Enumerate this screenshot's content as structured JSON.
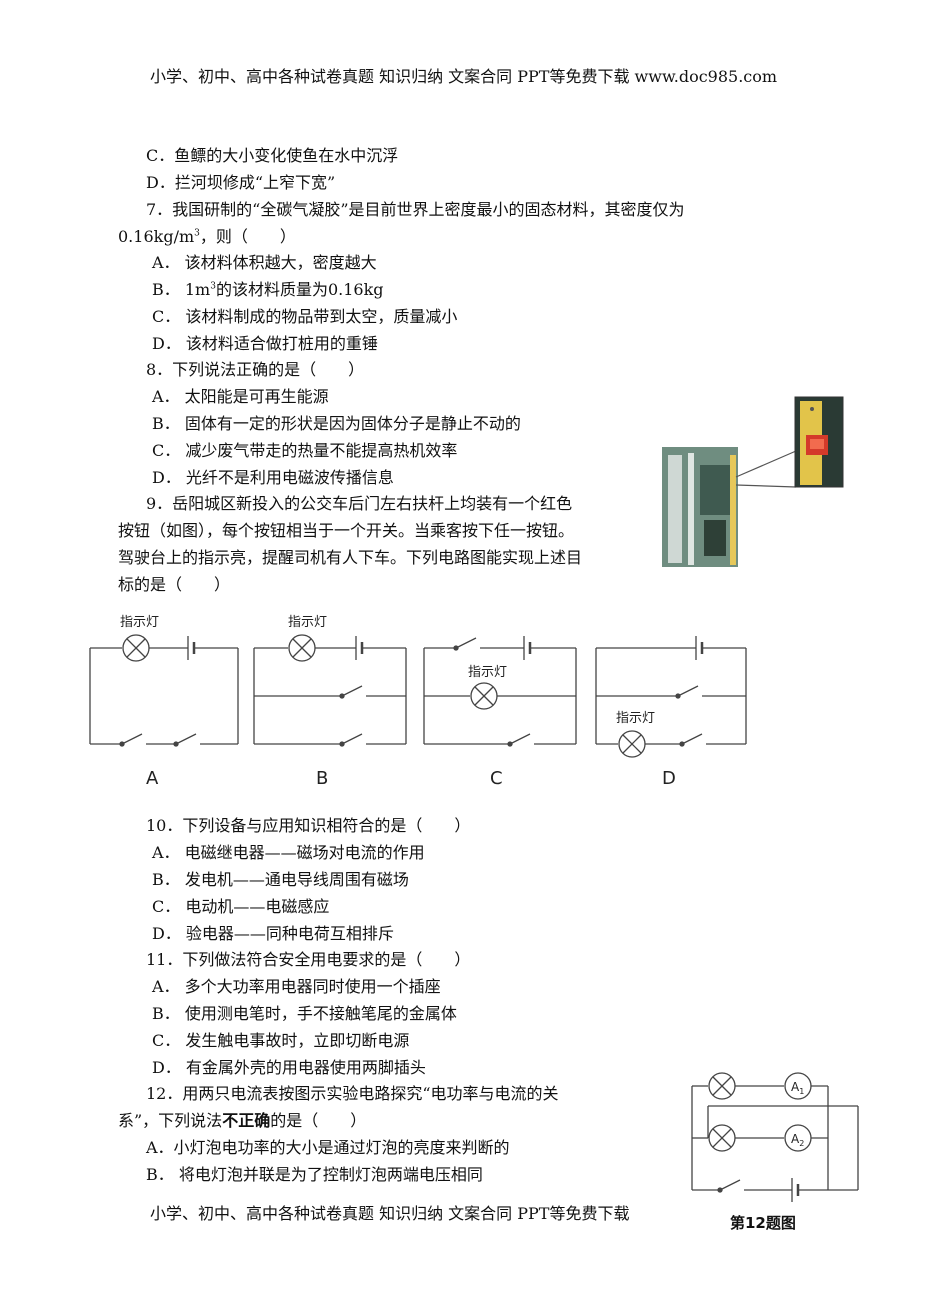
{
  "header": "小学、初中、高中各种试卷真题 知识归纳 文案合同 PPT等免费下载   www.doc985.com",
  "footer": "小学、初中、高中各种试卷真题 知识归纳 文案合同 PPT等免费下载",
  "q6": {
    "optC": "C．鱼鳔的大小变化使鱼在水中沉浮",
    "optD": "D．拦河坝修成“上窄下宽”"
  },
  "q7": {
    "stem1": "7．我国研制的“全碳气凝胶”是目前世界上密度最小的固态材料，其密度仅为",
    "stem2_pre": "0.16kg/m",
    "stem2_sup": "3",
    "stem2_post": "，则（　　）",
    "optA": "A．  该材料体积越大，密度越大",
    "optB_pre": "B．  1m",
    "optB_sup": "3",
    "optB_post": "的该材料质量为0.16kg",
    "optC": "C．  该材料制成的物品带到太空，质量减小",
    "optD": "D．  该材料适合做打桩用的重锤"
  },
  "q8": {
    "stem": "8．下列说法正确的是（　　）",
    "optA": "A．  太阳能是可再生能源",
    "optB": "B．  固体有一定的形状是因为固体分子是静止不动的",
    "optC": "C．  减少废气带走的热量不能提高热机效率",
    "optD": "D．  光纤不是利用电磁波传播信息"
  },
  "q9": {
    "stem1": "9．岳阳城区新投入的公交车后门左右扶杆上均装有一个红色",
    "stem2": "按钮（如图），每个按钮相当于一个开关。当乘客按下任一按钮。",
    "stem3": "驾驶台上的指示亮，提醒司机有人下车。下列电路图能实现上述目",
    "stem4": "标的是（　　）",
    "lamp_label": "指示灯",
    "labels": [
      "A",
      "B",
      "C",
      "D"
    ]
  },
  "q10": {
    "stem": "10．下列设备与应用知识相符合的是（　　）",
    "optA": "A．  电磁继电器——磁场对电流的作用",
    "optB": "B．  发电机——通电导线周围有磁场",
    "optC": "C．  电动机——电磁感应",
    "optD": "D．  验电器——同种电荷互相排斥"
  },
  "q11": {
    "stem": "11．下列做法符合安全用电要求的是（　　）",
    "optA": "A．  多个大功率用电器同时使用一个插座",
    "optB": "B．  使用测电笔时，手不接触笔尾的金属体",
    "optC": "C．  发生触电事故时，立即切断电源",
    "optD": "D．  有金属外壳的用电器使用两脚插头"
  },
  "q12": {
    "stem1": "12．用两只电流表按图示实验电路探究“电功率与电流的关",
    "stem2_pre": "系”，下列说法",
    "stem2_bold": "不正确",
    "stem2_post": "的是（　　）",
    "optA": "A．小灯泡电功率的大小是通过灯泡的亮度来判断的",
    "optB": "B．  将电灯泡并联是为了控制灯泡两端电压相同",
    "fig_caption": "第12题图",
    "a1": "A",
    "a1_sub": "1",
    "a2": "A",
    "a2_sub": "2"
  }
}
